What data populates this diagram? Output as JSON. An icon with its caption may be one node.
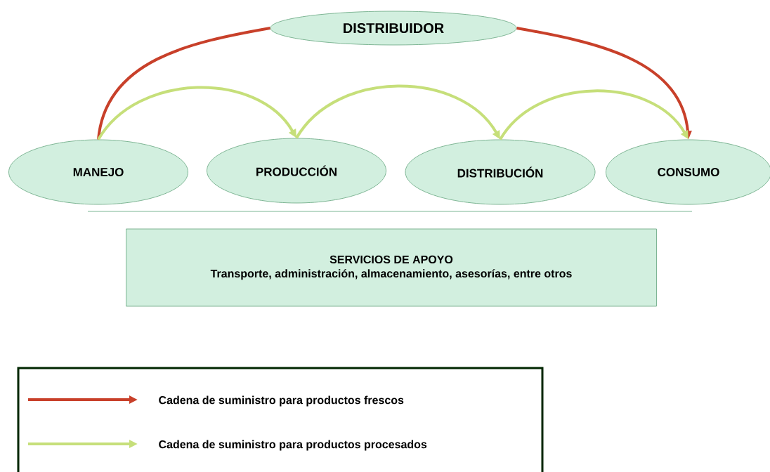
{
  "diagram": {
    "nodes": [
      {
        "text": [
          "DISTRIBUIDOR"
        ]
      },
      {
        "text": [
          "MANEJO"
        ]
      },
      {
        "text": [
          "PRODUCCIÓN"
        ]
      },
      {
        "text": [
          "DISTRIBUCIÓN"
        ]
      },
      {
        "text": [
          "CONSUMO"
        ]
      },
      {
        "text": [
          "SERVICIOS DE APOYO",
          "Transporte, administración, almacenamiento, asesorías, entre otros"
        ]
      }
    ],
    "edges": [
      {
        "from": 1,
        "to": 0,
        "arrow": "none",
        "color": "#c8402a"
      },
      {
        "from": 0,
        "to": 4,
        "arrow": "to",
        "color": "#c8402a"
      },
      {
        "from": 1,
        "to": 2,
        "arrow": "to"
      },
      {
        "from": 2,
        "to": 3,
        "arrow": "to"
      },
      {
        "from": 3,
        "to": 4,
        "arrow": "to"
      }
    ],
    "legend": [
      {
        "text": "Cadena de suministro para productos frescos",
        "color": "#c8402a"
      },
      {
        "text": "Cadena de suministro para productos procesados",
        "color": "#c6df7a"
      }
    ]
  }
}
